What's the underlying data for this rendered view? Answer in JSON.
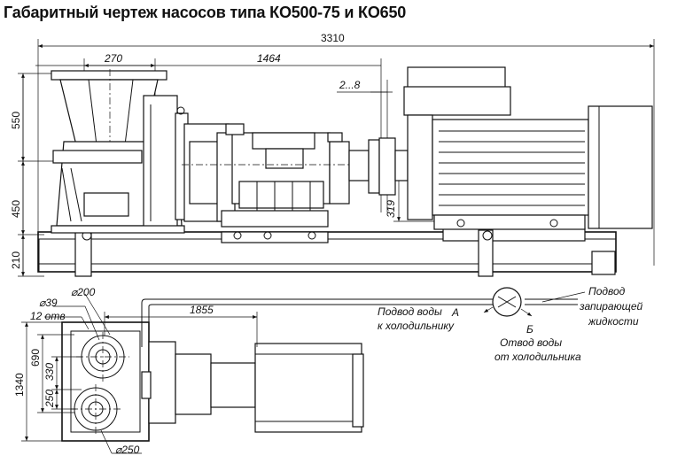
{
  "title": "Габаритный чертеж насосов типа КО500-75 и КО650",
  "dimensions": {
    "total_length": "3310",
    "flange_offset": "270",
    "shaft_distance": "1464",
    "coupling_gap": "2...8",
    "height_top": "550",
    "height_middle": "450",
    "height_frame": "210",
    "shaft_height": "319",
    "plan_length": "1855",
    "plan_width": "1340",
    "plan_690": "690",
    "plan_330": "330",
    "plan_250": "250",
    "diam_200": "⌀200",
    "diam_39": "⌀39",
    "holes": "12 отв",
    "diam_250": "⌀250"
  },
  "notes": {
    "label_a": "А",
    "label_b": "Б",
    "water_in_1": "Подвод воды",
    "water_in_2": "к холодильнику",
    "water_out_1": "Отвод воды",
    "water_out_2": "от холодильника",
    "seal_1": "Подвод",
    "seal_2": "запирающей",
    "seal_3": "жидкости"
  }
}
